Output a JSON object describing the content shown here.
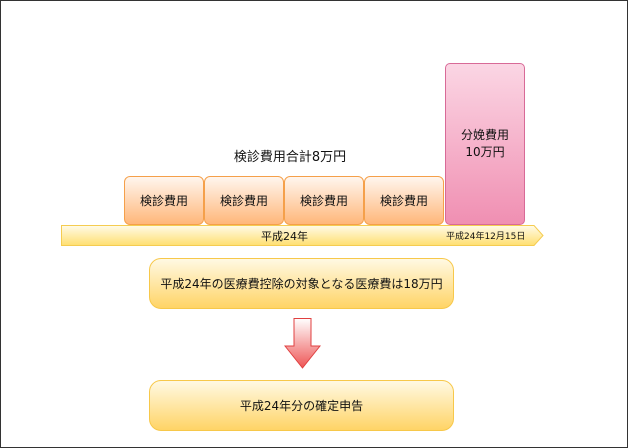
{
  "title": "検診費用合計8万円",
  "exam_boxes": [
    "検診費用",
    "検診費用",
    "検診費用",
    "検診費用"
  ],
  "birth_box": {
    "line1": "分娩費用",
    "line2": "10万円"
  },
  "timeline": {
    "label": "平成24年",
    "date": "平成24年12月15日"
  },
  "result_box": "平成24年の医療費控除の対象となる医療費は18万円",
  "final_box": "平成24年分の確定申告",
  "colors": {
    "exam": "#ffb77a",
    "birth": "#f08fb2",
    "timeline": "#ffe27a",
    "arrow": "#e85a5a"
  }
}
